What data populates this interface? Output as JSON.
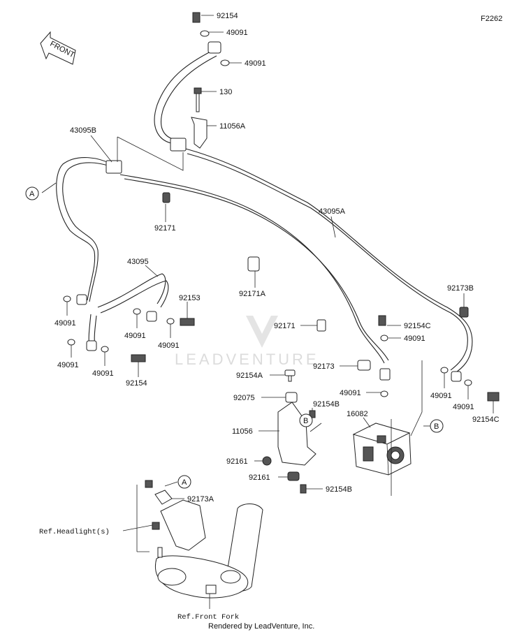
{
  "figure_code": "F2262",
  "direction_label": "FRONT",
  "watermark": "LEADVENTURE",
  "footer": "Rendered by LeadVenture, Inc.",
  "ref_labels": {
    "headlight": "Ref.Headlight(s)",
    "front_fork": "Ref.Front Fork"
  },
  "callouts": {
    "a1": "A",
    "a2": "A",
    "b1": "B",
    "b2": "B"
  },
  "parts": {
    "p92154_top": "92154",
    "p49091_top1": "49091",
    "p49091_top2": "49091",
    "p130": "130",
    "p11056A": "11056A",
    "p43095B": "43095B",
    "p92171": "92171",
    "p43095A": "43095A",
    "p43095": "43095",
    "p92153": "92153",
    "p92171A": "92171A",
    "p92173B": "92173B",
    "p49091_l1": "49091",
    "p49091_m1": "49091",
    "p49091_m2": "49091",
    "p92171_mid": "92171",
    "p92154C_1": "92154C",
    "p49091_r1": "49091",
    "p49091_l2": "49091",
    "p49091_l3": "49091",
    "p92154_l": "92154",
    "p92173": "92173",
    "p92154A": "92154A",
    "p49091_c": "49091",
    "p49091_r2": "49091",
    "p49091_r3": "49091",
    "p92154C_2": "92154C",
    "p92075": "92075",
    "p92154B_1": "92154B",
    "p16082": "16082",
    "p11056": "11056",
    "p92161_1": "92161",
    "p92161_2": "92161",
    "p92154B_2": "92154B",
    "p92173A": "92173A"
  }
}
